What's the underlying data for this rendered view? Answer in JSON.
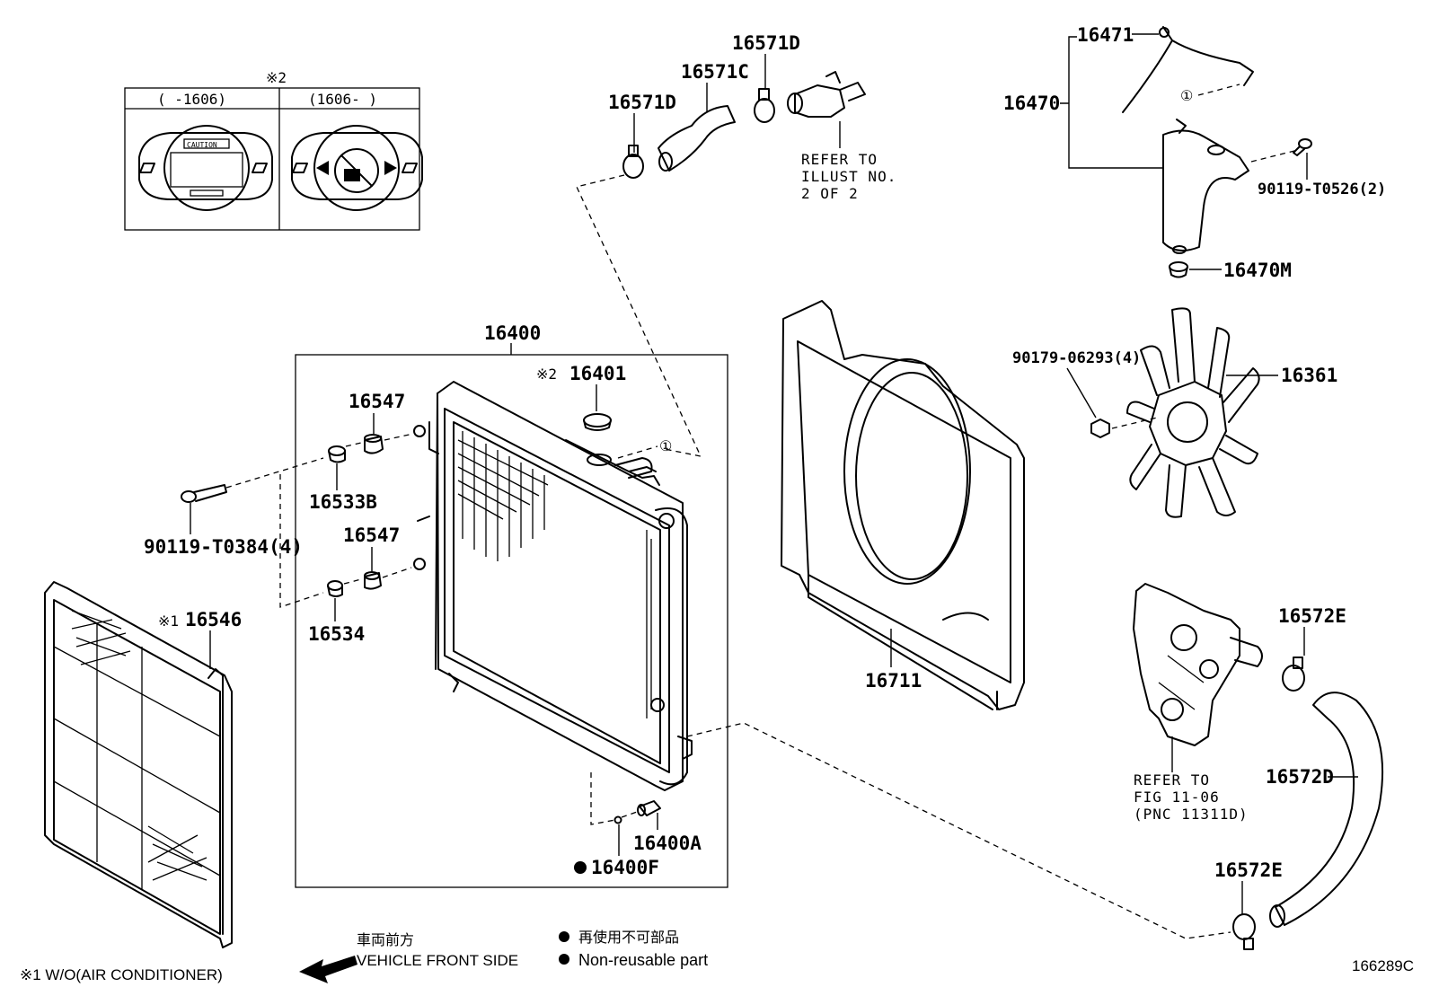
{
  "cap_inset": {
    "note_mark": "※2",
    "col_left": "(      -1606)",
    "col_right": "(1606-      )",
    "caution_text": "CAUTION"
  },
  "labels": {
    "p16400": "16400",
    "p16401": "16401",
    "p16401_mark": "※2",
    "p16547_top": "16547",
    "p16547_mid": "16547",
    "p16533b": "16533B",
    "p16534": "16534",
    "bolt_90119_t0384": "90119-T0384(4)",
    "p16546": "16546",
    "p16546_mark": "※1",
    "p16400a": "16400A",
    "p16400f": "16400F",
    "p16571d_left": "16571D",
    "p16571c": "16571C",
    "p16571d_right": "16571D",
    "p16711": "16711",
    "p16471": "16471",
    "p16470": "16470",
    "bolt_90119_t0526": "90119-T0526(2)",
    "p16470m": "16470M",
    "nut_90179_06293": "90179-06293(4)",
    "p16361": "16361",
    "p16572e_top": "16572E",
    "p16572d": "16572D",
    "p16572e_bottom": "16572E",
    "circle_ref_1": "①",
    "circle_ref_2": "①"
  },
  "refer_notes": {
    "illust_line1": "REFER TO",
    "illust_line2": "ILLUST NO.",
    "illust_line3": "2 OF 2",
    "fig_line1": "REFER TO",
    "fig_line2": "FIG 11-06",
    "fig_line3": "(PNC 11311D)"
  },
  "footer": {
    "note_1": "※1 W/O(AIR CONDITIONER)",
    "direction_jp": "車両前方",
    "direction_en": "VEHICLE FRONT SIDE",
    "legend_jp": "再使用不可部品",
    "legend_en": "Non-reusable part",
    "legend_bullet": "●",
    "fig_code": "166289C"
  }
}
